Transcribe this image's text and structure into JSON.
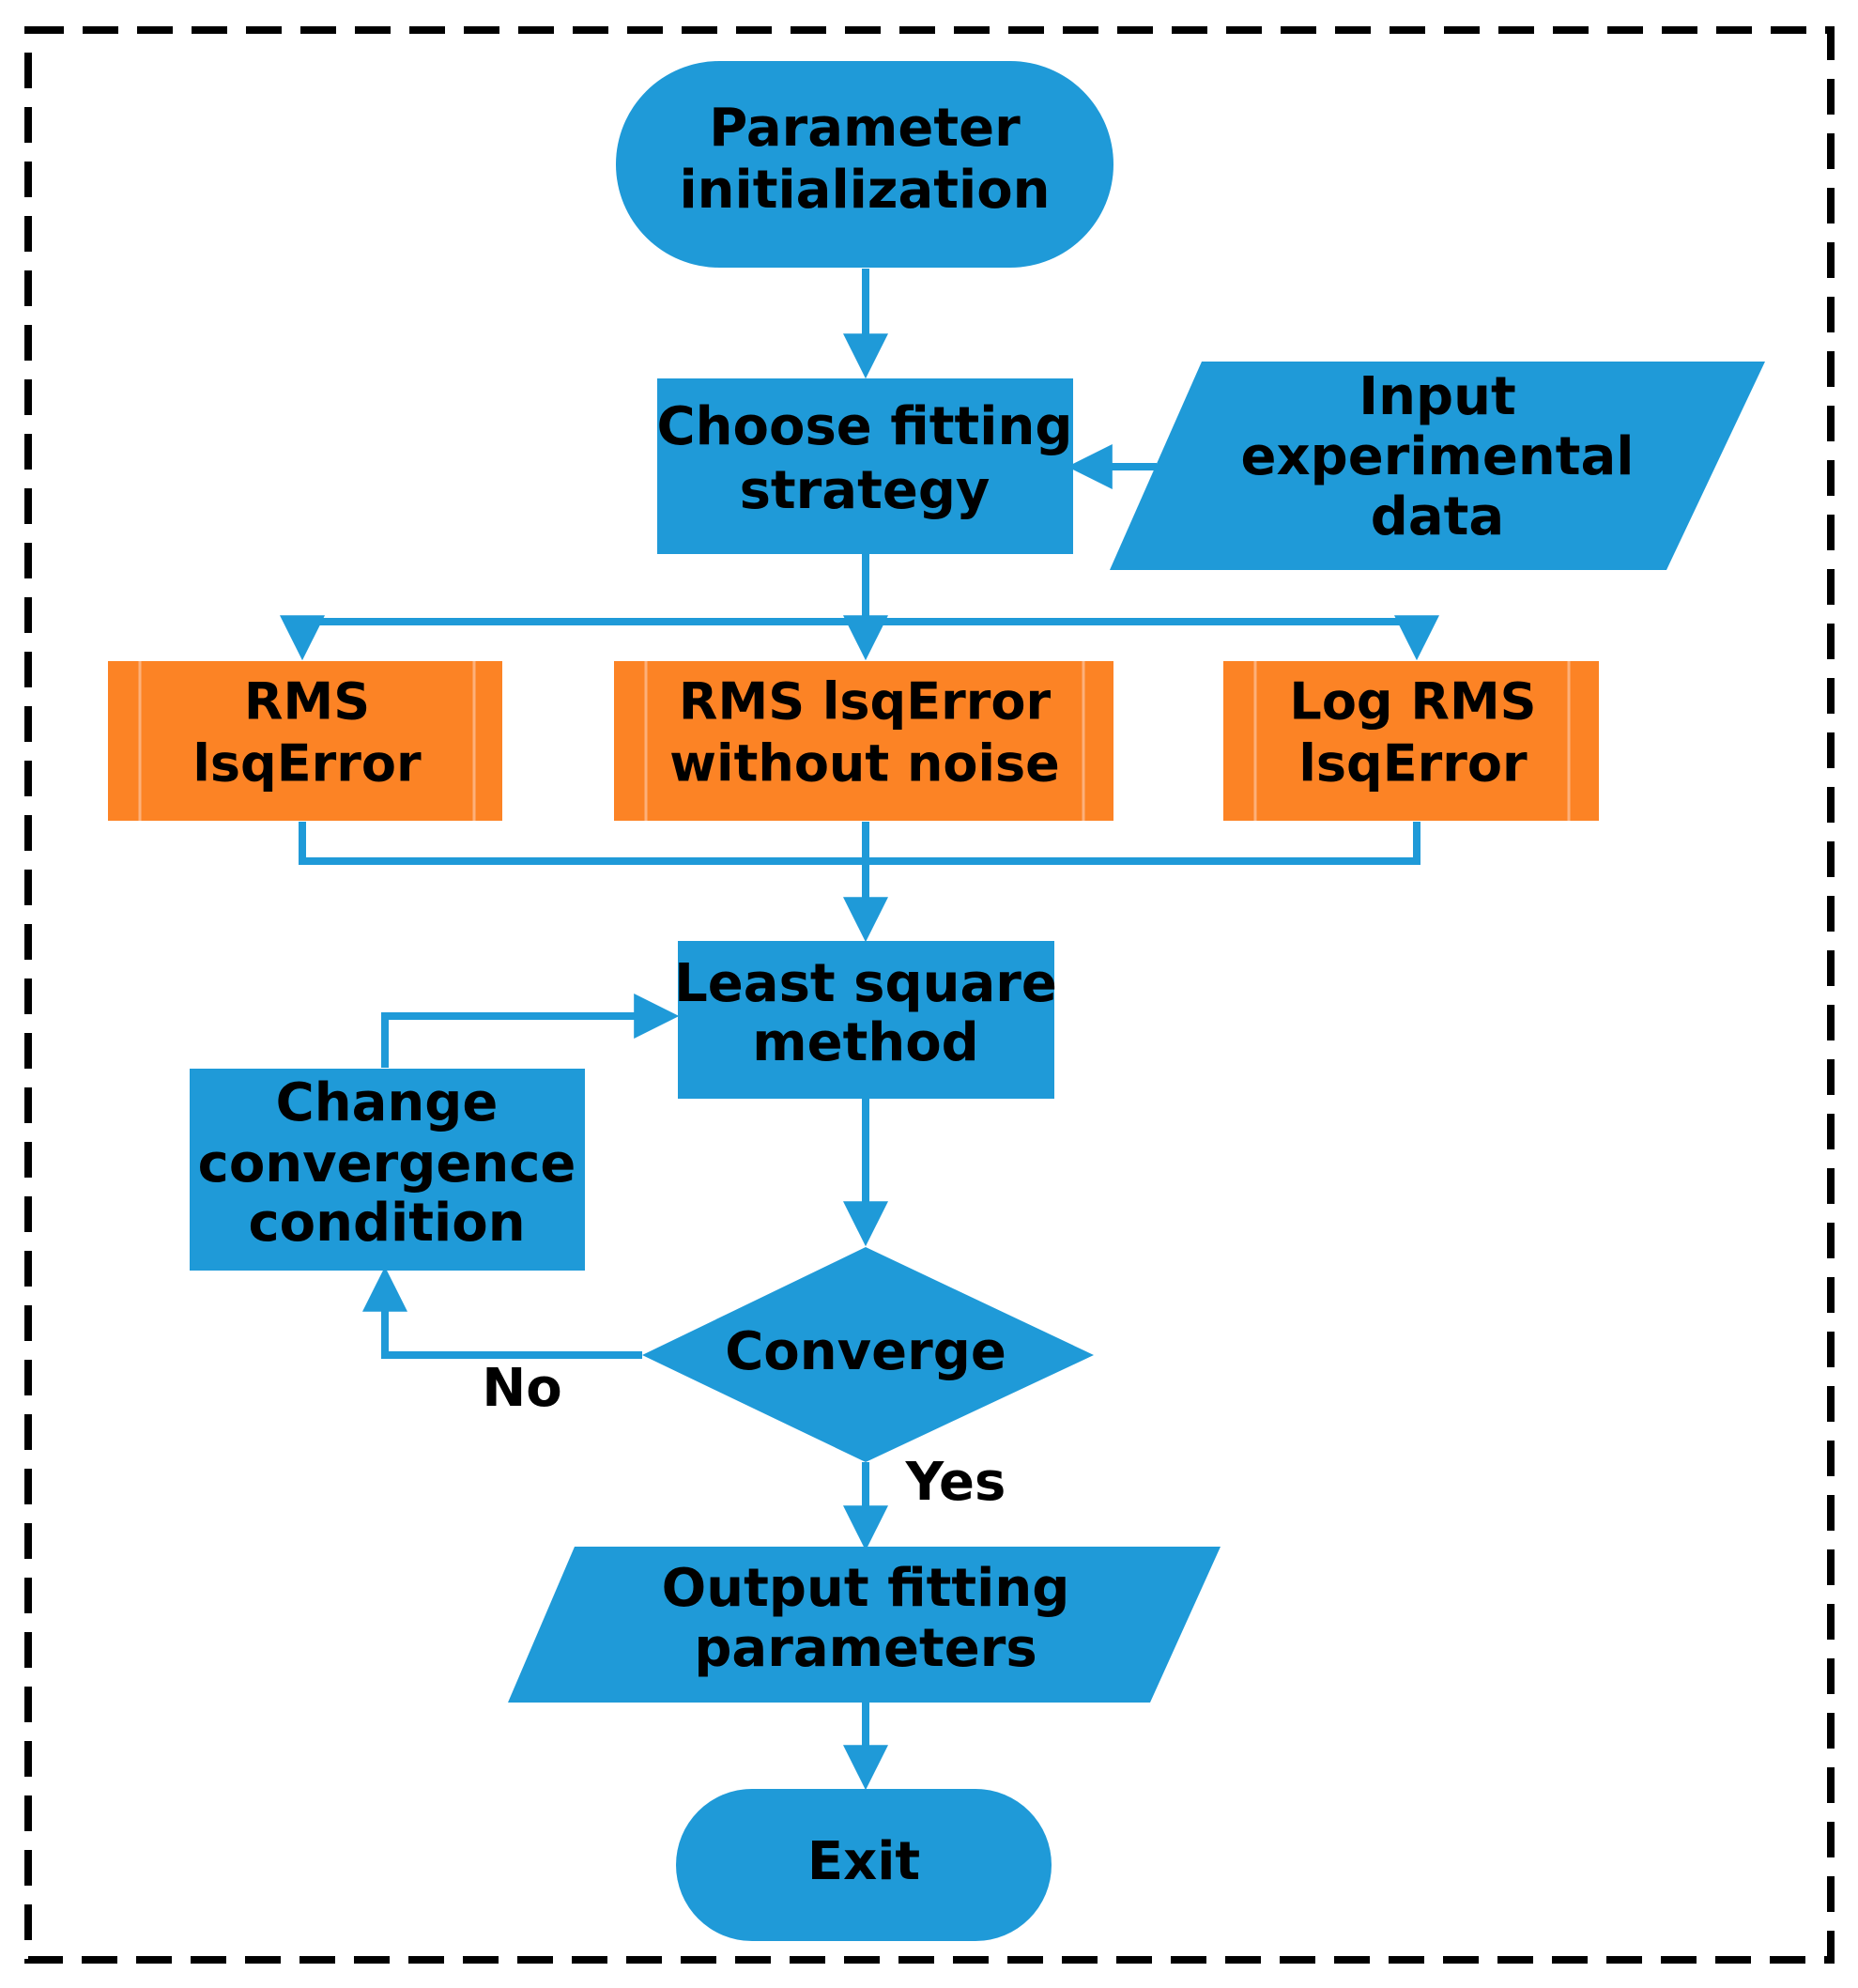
{
  "colors": {
    "process": "#1f9ad8",
    "strategy": "#fc8325",
    "connector": "#1f9ad8",
    "frame": "#000000",
    "text": "#000000"
  },
  "nodes": {
    "start": {
      "lines": [
        "Parameter",
        "initialization"
      ]
    },
    "choose": {
      "lines": [
        "Choose fitting",
        "strategy"
      ]
    },
    "input": {
      "lines": [
        "Input",
        "experimental",
        "data"
      ]
    },
    "rms": {
      "lines": [
        "RMS",
        "lsqError"
      ]
    },
    "rms_noise": {
      "lines": [
        "RMS lsqError",
        "without noise"
      ]
    },
    "log_rms": {
      "lines": [
        "Log RMS",
        "lsqError"
      ]
    },
    "least": {
      "lines": [
        "Least square",
        "method"
      ]
    },
    "change": {
      "lines": [
        "Change",
        "convergence",
        "condition"
      ]
    },
    "converge": {
      "lines": [
        "Converge"
      ]
    },
    "output": {
      "lines": [
        "Output fitting",
        "parameters"
      ]
    },
    "exit": {
      "lines": [
        "Exit"
      ]
    }
  },
  "edge_labels": {
    "no": "No",
    "yes": "Yes"
  }
}
